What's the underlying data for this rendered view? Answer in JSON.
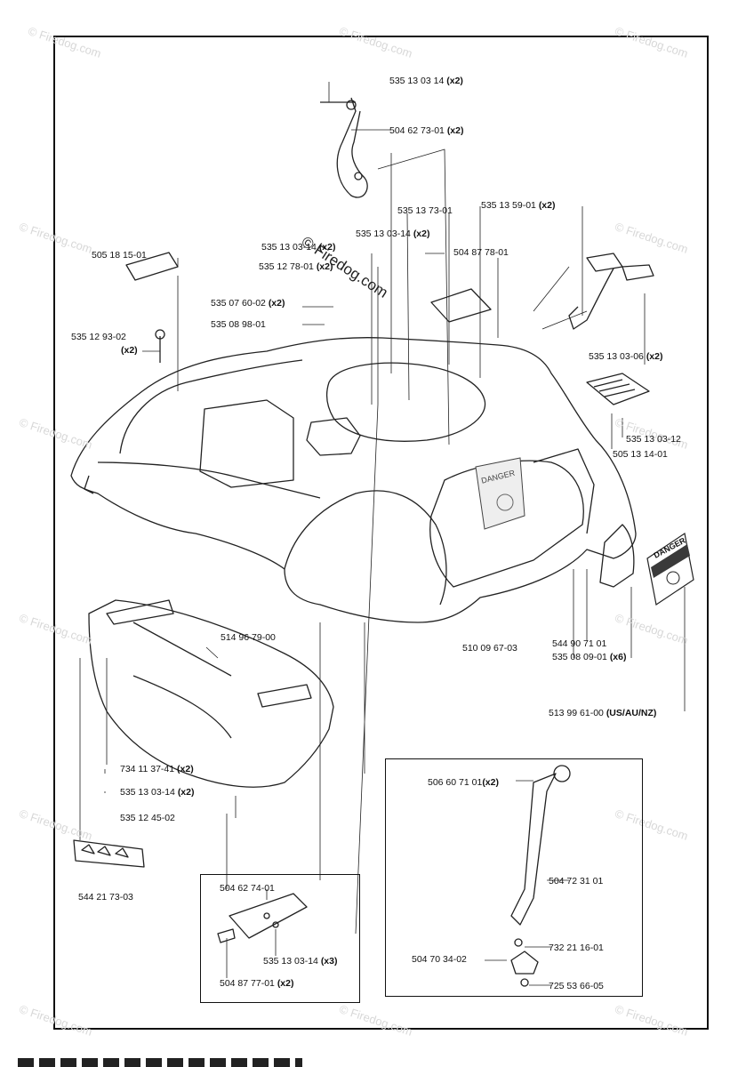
{
  "watermark": {
    "text": "© Firedog.com"
  },
  "parts": {
    "p1": {
      "num": "535 13 03 14",
      "qty": "(x2)"
    },
    "p2": {
      "num": "504 62 73-01",
      "qty": "(x2)"
    },
    "p3": {
      "num": "535 13 73-01",
      "qty": ""
    },
    "p4": {
      "num": "535 13 59-01",
      "qty": "(x2)"
    },
    "p5": {
      "num": "535 13 03-14",
      "qty": "(x2)"
    },
    "p6": {
      "num": "535 13 03-14",
      "qty": "(x2)"
    },
    "p7": {
      "num": "535 12 78-01",
      "qty": "(x2)"
    },
    "p8": {
      "num": "504 87 78-01",
      "qty": ""
    },
    "p9": {
      "num": "505 18 15-01",
      "qty": ""
    },
    "p10": {
      "num": "535 07 60-02",
      "qty": "(x2)"
    },
    "p11": {
      "num": "535 08 98-01",
      "qty": ""
    },
    "p12": {
      "num": "535 12 93-02",
      "qty": "(x2)"
    },
    "p13": {
      "num": "535 13 03-06",
      "qty": "(x2)"
    },
    "p14": {
      "num": "535 13 03-12",
      "qty": ""
    },
    "p15": {
      "num": "505 13 14-01",
      "qty": ""
    },
    "p16": {
      "num": "514 96 79-00",
      "qty": ""
    },
    "p17": {
      "num": "510 09 67-03",
      "qty": ""
    },
    "p18": {
      "num": "544 90 71 01",
      "qty": ""
    },
    "p19": {
      "num": "535 08 09-01",
      "qty": "(x6)"
    },
    "p20": {
      "num": "513 99 61-00",
      "qty": "(US/AU/NZ)"
    },
    "p21": {
      "num": "734 11 37-41",
      "qty": "(x2)"
    },
    "p22": {
      "num": "535 13 03-14",
      "qty": "(x2)"
    },
    "p23": {
      "num": "535 12 45-02",
      "qty": ""
    },
    "p24": {
      "num": "544 21 73-03",
      "qty": ""
    },
    "p25": {
      "num": "506 60 71 01",
      "qty": "(x2)"
    },
    "p26": {
      "num": "504 72 31 01",
      "qty": ""
    },
    "p27": {
      "num": "732 21 16-01",
      "qty": ""
    },
    "p28": {
      "num": "504 70 34-02",
      "qty": ""
    },
    "p29": {
      "num": "725 53 66-05",
      "qty": ""
    },
    "p30": {
      "num": "504 62 74-01",
      "qty": ""
    },
    "p31": {
      "num": "535 13 03-14",
      "qty": "(x3)"
    },
    "p32": {
      "num": "504 87 77-01",
      "qty": "(x2)"
    }
  },
  "decals": {
    "danger_small": "DANGER",
    "danger_big": "DANGER"
  }
}
